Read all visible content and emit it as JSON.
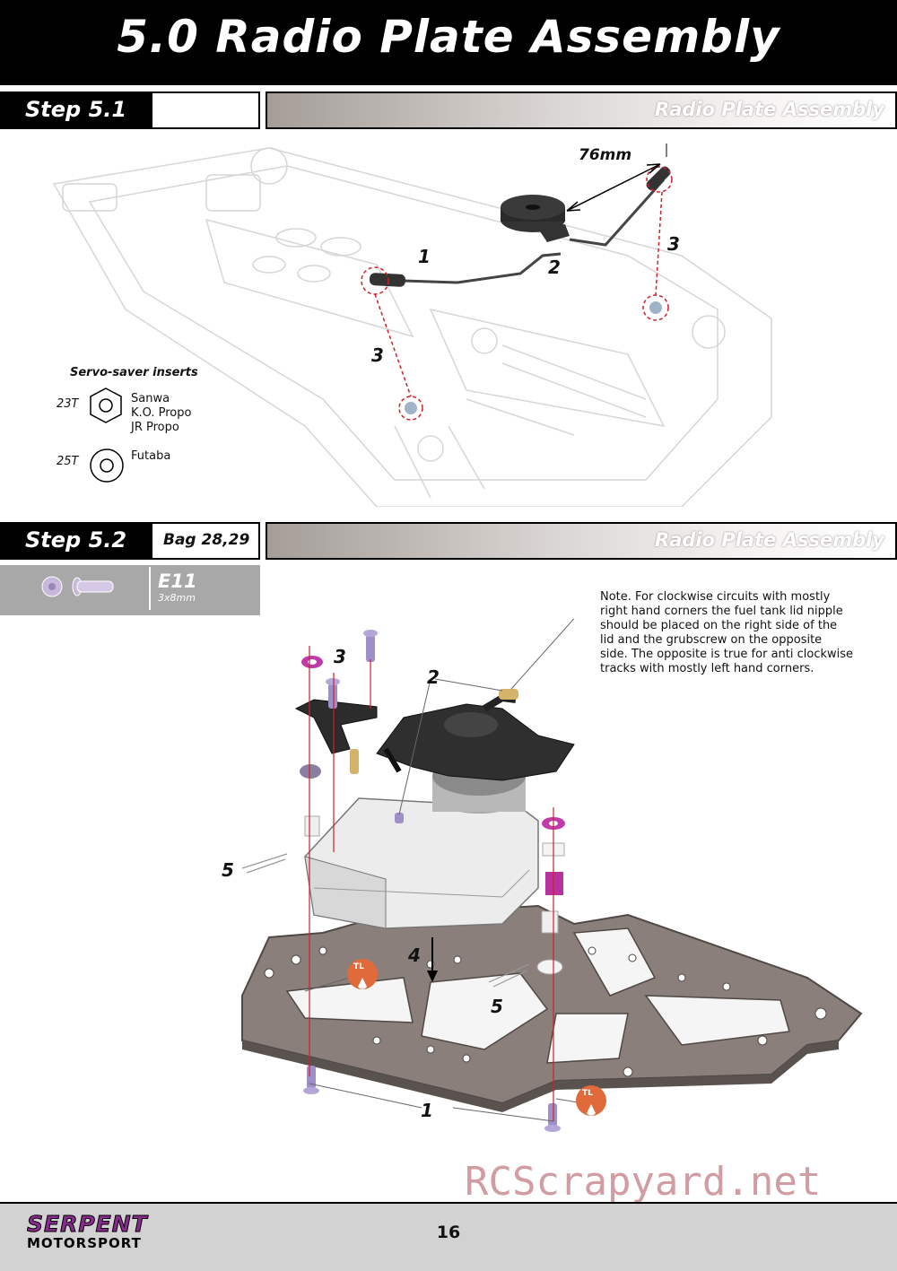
{
  "header": {
    "title": "5.0 Radio Plate Assembly"
  },
  "step1": {
    "label": "Step 5.1",
    "bag": "",
    "section": "Radio Plate Assembly"
  },
  "step1_fig": {
    "dimension": "76mm",
    "callouts": [
      "1",
      "2",
      "3",
      "3"
    ],
    "inserts_title": "Servo-saver inserts",
    "inserts": [
      {
        "size": "23T",
        "shape": "hexagon-icon",
        "brands": [
          "Sanwa",
          "K.O. Propo",
          "JR Propo"
        ]
      },
      {
        "size": "25T",
        "shape": "ring-icon",
        "brands": [
          "Futaba"
        ]
      }
    ]
  },
  "step2": {
    "label": "Step 5.2",
    "bag": "Bag 28,29",
    "section": "Radio Plate Assembly"
  },
  "part": {
    "code": "E11",
    "size": "3x8mm"
  },
  "step2_fig": {
    "note": [
      "Note. For clockwise circuits with mostly",
      "right hand corners the fuel tank lid nipple",
      "should be placed on the right side of the",
      "lid and the grubscrew on the opposite",
      "side. The opposite is true for anti clockwise",
      "tracks with mostly left hand corners."
    ],
    "callouts": [
      "1",
      "2",
      "3",
      "4",
      "5",
      "5"
    ],
    "tl_label": "TL"
  },
  "footer": {
    "brand_top": "SERPENT",
    "brand_bottom": "MOTORSPORT",
    "page": "16",
    "watermark": "RCScrapyard.net"
  },
  "colors": {
    "accent": "#8a2a8e",
    "tl_badge": "#e06a3a",
    "leader_red": "#d0202a"
  }
}
